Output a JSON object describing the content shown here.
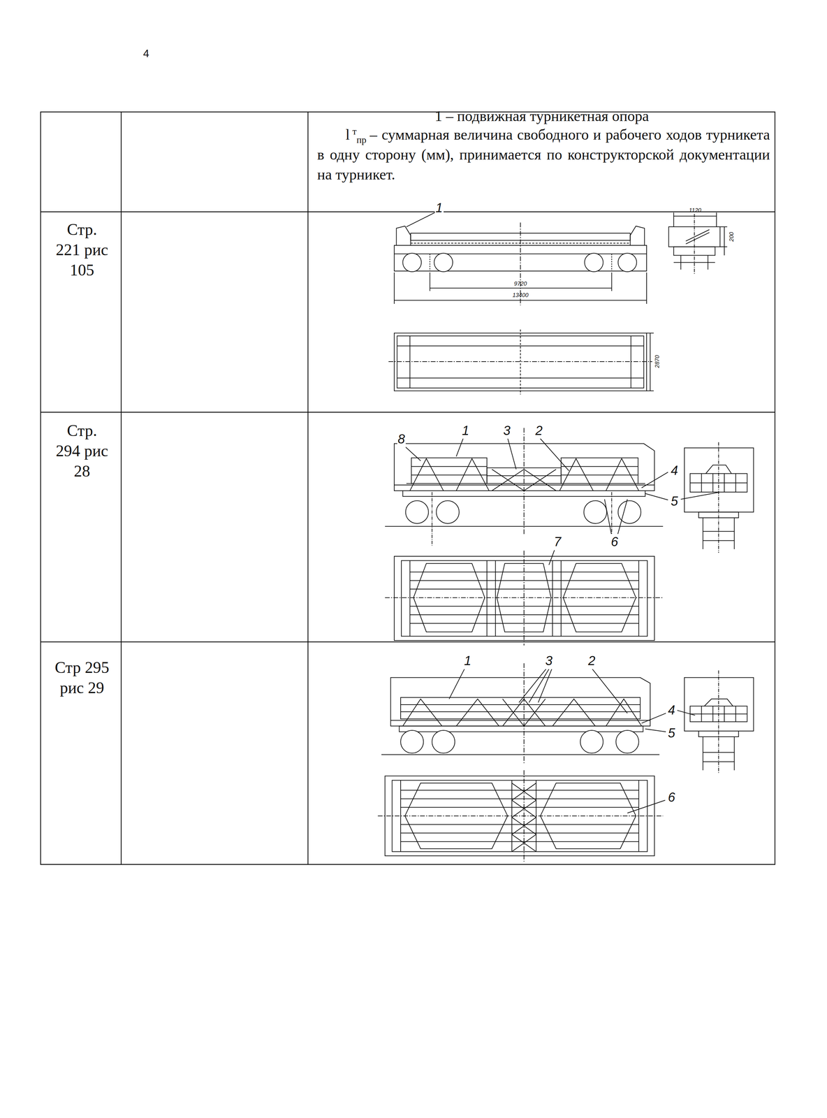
{
  "diagram": {
    "labels": [
      "4",
      "1 – подвижная турникетная опора",
      "l",
      "т",
      "пр",
      "– суммарная величина свободного и рабочего ходов турникета в одну сторону (мм), принимается по конструкторской документации на турникет.",
      "Стр. 221 рис 105",
      "1",
      "9720",
      "13400",
      "1120",
      "200",
      "2870",
      "Стр. 294 рис 28",
      "8",
      "1",
      "3",
      "2",
      "4",
      "5",
      "7",
      "6",
      "Стр 295 рис 29",
      "1",
      "3",
      "2",
      "4",
      "5",
      "6"
    ]
  }
}
